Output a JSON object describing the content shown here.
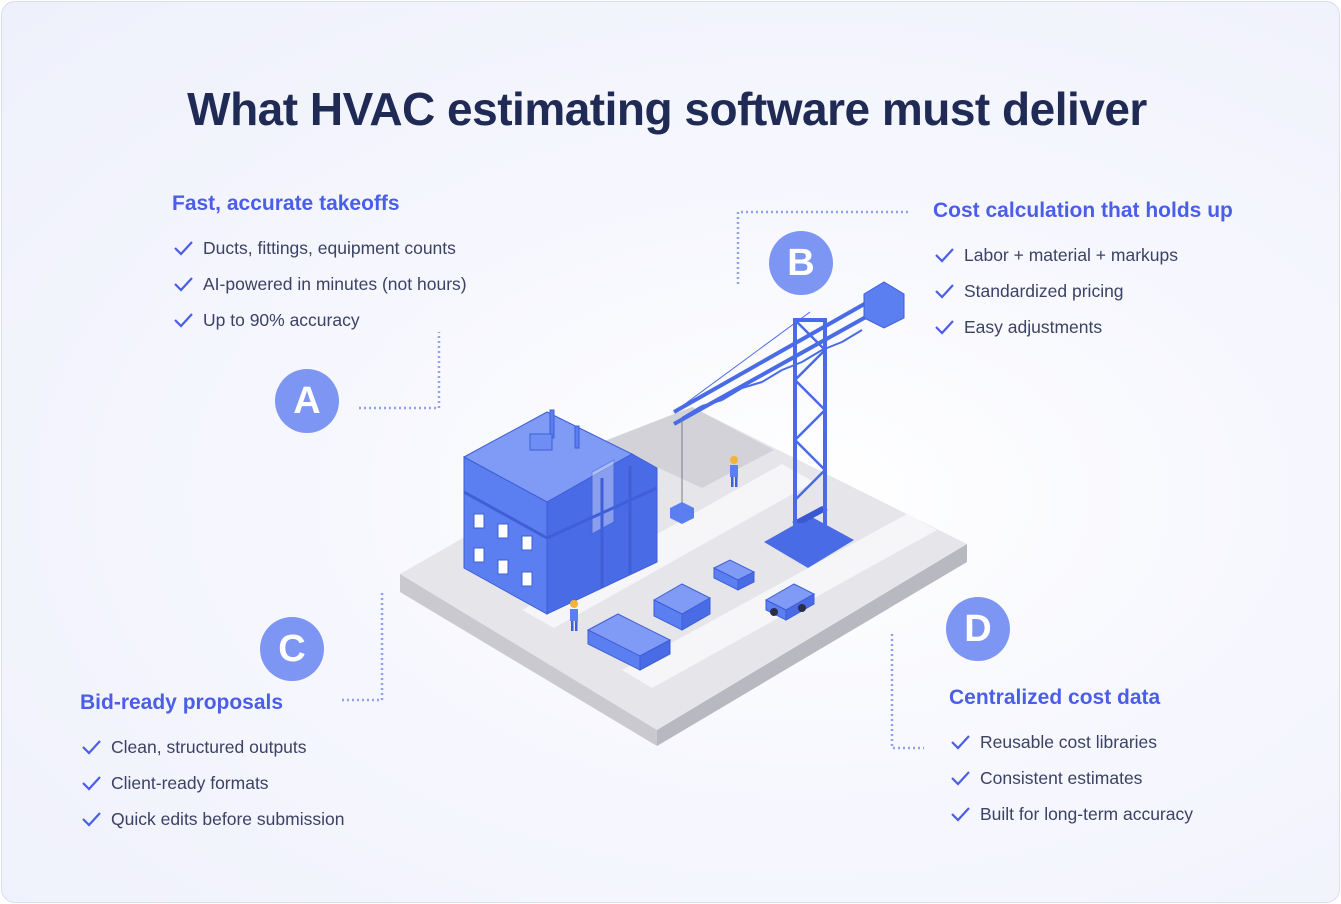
{
  "title": "What HVAC estimating software must deliver",
  "colors": {
    "accent": "#4a5ee8",
    "badge": "#7d96f4",
    "title": "#1f2a55",
    "building": "#5b7ef0",
    "ground": "#e4e4e8"
  },
  "sections": {
    "a": {
      "badge": "A",
      "heading": "Fast, accurate takeoffs",
      "items": [
        "Ducts, fittings, equipment counts",
        "AI-powered in minutes (not hours)",
        "Up to 90% accuracy"
      ]
    },
    "b": {
      "badge": "B",
      "heading": "Cost calculation that holds up",
      "items": [
        "Labor + material + markups",
        "Standardized pricing",
        "Easy adjustments"
      ]
    },
    "c": {
      "badge": "C",
      "heading": "Bid-ready proposals",
      "items": [
        "Clean, structured outputs",
        "Client-ready formats",
        "Quick edits before submission"
      ]
    },
    "d": {
      "badge": "D",
      "heading": "Centralized cost data",
      "items": [
        "Reusable cost libraries",
        "Consistent estimates",
        "Built for long-term accuracy"
      ]
    }
  },
  "icons": {
    "check": "check-icon",
    "illustration": "construction-site-illustration"
  }
}
